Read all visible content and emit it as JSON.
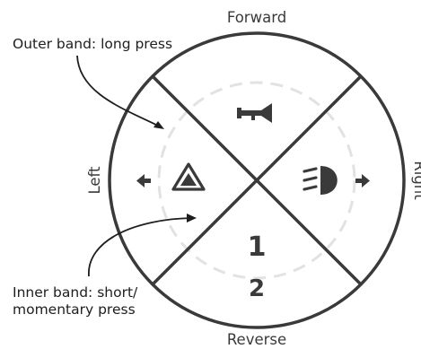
{
  "directions": {
    "forward": "Forward",
    "reverse": "Reverse",
    "left": "Left",
    "right": "Right"
  },
  "callouts": {
    "outer": "Outer band: long press",
    "inner_line1": "Inner band: short/",
    "inner_line2": "momentary press"
  },
  "quadrants": {
    "top": {
      "icon": "horn-icon"
    },
    "right": {
      "icon": "headlight-icon"
    },
    "left": {
      "icon": "hazard-warning-icon"
    },
    "bottom": {
      "gears": [
        "1",
        "2"
      ]
    }
  },
  "colors": {
    "stroke": "#3a3a3a",
    "inner_band": "#e2e2e2",
    "text": "#1e1e1e"
  }
}
